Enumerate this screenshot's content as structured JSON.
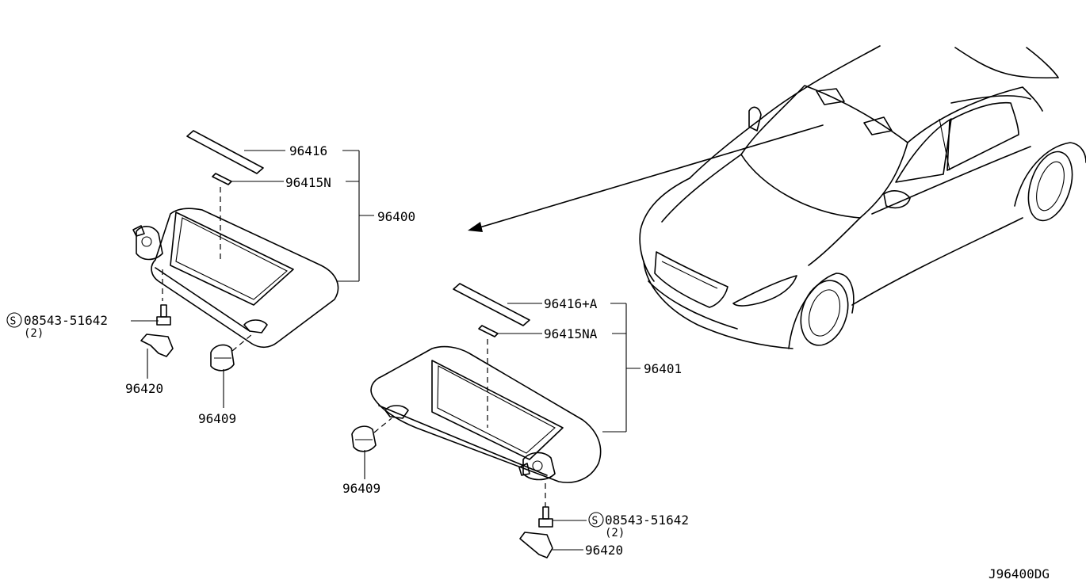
{
  "labels": {
    "l_96416": "96416",
    "l_96415N": "96415N",
    "l_96400": "96400",
    "l_screw_left": "08543-51642",
    "l_screw_left_qty": "(2)",
    "l_96420_left": "96420",
    "l_96409_left": "96409",
    "l_96416A": "96416+A",
    "l_96415NA": "96415NA",
    "l_96401": "96401",
    "l_96409_right": "96409",
    "l_screw_right": "08543-51642",
    "l_screw_right_qty": "(2)",
    "l_96420_right": "96420",
    "s_symbol": "S",
    "diagram_code": "J96400DG"
  }
}
